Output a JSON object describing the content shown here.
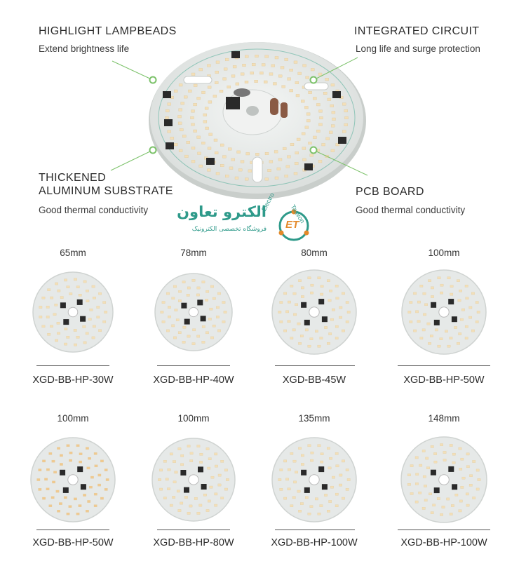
{
  "features": {
    "top_left": {
      "title": "HIGHLIGHT LAMPBEADS",
      "desc": "Extend brightness life"
    },
    "top_right": {
      "title": "INTEGRATED CIRCUIT",
      "desc": "Long life and surge protection"
    },
    "bottom_left": {
      "title_line1": "THICKENED",
      "title_line2": "ALUMINUM SUBSTRATE",
      "desc": "Good thermal conductivity"
    },
    "bottom_right": {
      "title": "PCB BOARD",
      "desc": "Good thermal conductivity"
    }
  },
  "watermark": {
    "name_fa": "الکترو تعاون",
    "sub_fa": "فروشگاه تخصصی الکترونیک",
    "arc_left": "Electro",
    "arc_right": "Taavon",
    "mono": "ET"
  },
  "products": [
    {
      "size": "65mm",
      "model": "XGD-BB-HP-30W"
    },
    {
      "size": "78mm",
      "model": "XGD-BB-HP-40W"
    },
    {
      "size": "80mm",
      "model": "XGD-BB-45W"
    },
    {
      "size": "100mm",
      "model": "XGD-BB-HP-50W"
    },
    {
      "size": "100mm",
      "model": "XGD-BB-HP-50W"
    },
    {
      "size": "100mm",
      "model": "XGD-BB-HP-80W"
    },
    {
      "size": "135mm",
      "model": "XGD-BB-HP-100W"
    },
    {
      "size": "148mm",
      "model": "XGD-BB-HP-100W"
    }
  ],
  "colors": {
    "callout_line": "#7cc26a",
    "board": "#e9ebea",
    "led": "#f2d9a8",
    "chip": "#2a2a2a",
    "watermark_green": "#2e9a8a",
    "watermark_orange": "#e4892a"
  }
}
